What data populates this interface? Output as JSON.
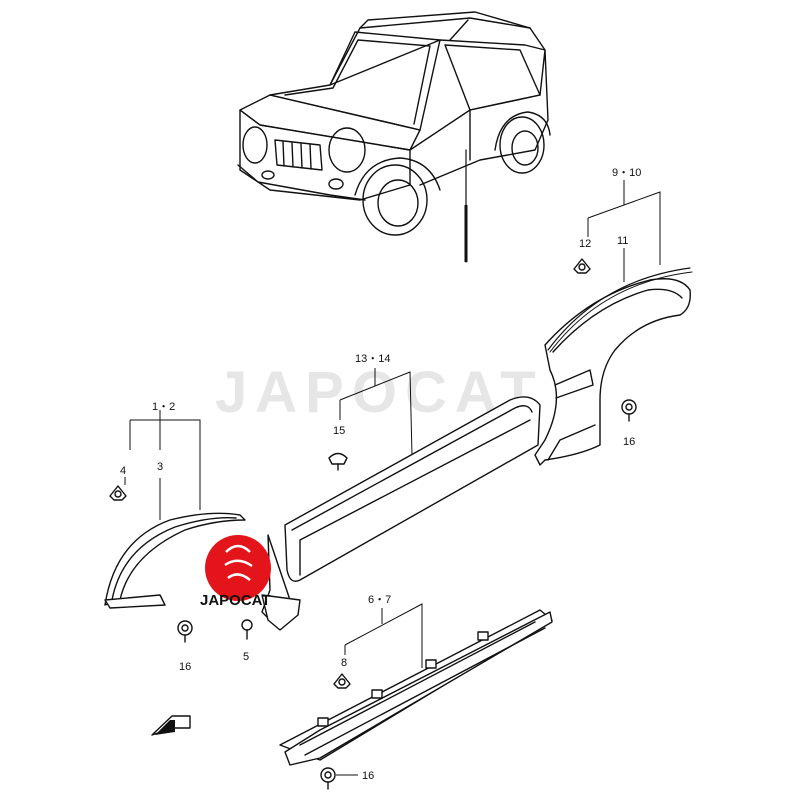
{
  "watermark": "JAPOCAT",
  "logo": {
    "text": "JAPOCAT",
    "color": "#e4141b"
  },
  "callouts": {
    "c_1_2": "1・2",
    "c_3": "3",
    "c_4": "4",
    "c_5": "5",
    "c_6_7": "6・7",
    "c_8": "8",
    "c_9_10": "9・10",
    "c_11": "11",
    "c_12": "12",
    "c_13_14": "13・14",
    "c_15": "15",
    "c_16a": "16",
    "c_16b": "16",
    "c_16c": "16"
  },
  "front_arrow": "FWD"
}
